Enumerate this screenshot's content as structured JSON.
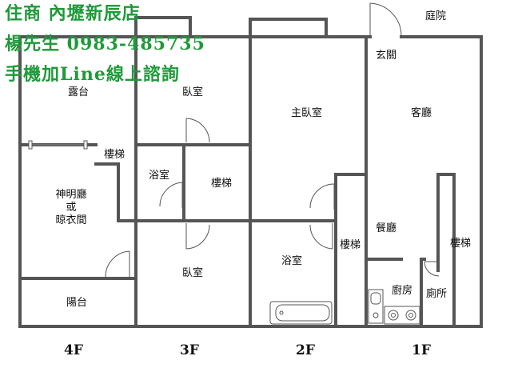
{
  "overlay": {
    "line1": "住商 內壢新辰店",
    "line2": "楊先生 0983-485735",
    "line3": "手機加Line線上諮詢"
  },
  "rooms": {
    "garden": "庭院",
    "entrance": "玄關",
    "terrace": "露台",
    "bedroom_3f_top": "臥室",
    "master_bedroom": "主臥室",
    "living_room": "客廳",
    "stairs_4f": "樓梯",
    "bath_3f": "浴室",
    "stairs_3f": "樓梯",
    "shrine_line1": "神明廳",
    "shrine_line2": "或",
    "shrine_line3": "晾衣間",
    "dining_room": "餐廳",
    "stairs_2f": "樓梯",
    "stairs_1f": "樓梯",
    "bath_2f": "浴室",
    "bedroom_3f_bottom": "臥室",
    "kitchen": "廚房",
    "toilet": "廁所",
    "balcony": "陽台"
  },
  "floors": [
    "4F",
    "3F",
    "2F",
    "1F"
  ]
}
